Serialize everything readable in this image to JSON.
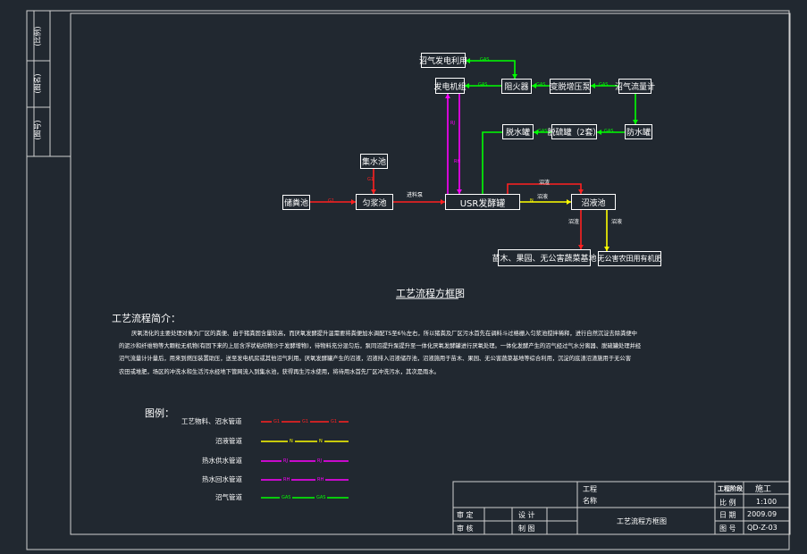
{
  "left_strip": {
    "items": [
      "(比例)",
      "(图名)",
      "(图号)"
    ]
  },
  "nodes": {
    "biogas_use": "沼气发电利用",
    "generator": "发电机组",
    "flame_arrester": "阻火器",
    "desulfurizer": "变脱增压泵",
    "biogas_meter": "沼气流量计",
    "dewater_tank": "脱水罐",
    "desulf_tank": "脱硫罐（2套）",
    "water_seal": "防水罐",
    "collect_pool": "集水池",
    "source_pool": "储粪池",
    "mixing_pool": "匀浆池",
    "usr": "USR发酵罐",
    "biogas_pool": "沼液池",
    "dest_fields": "苗木、果园、无公害蔬菜基地",
    "dest_fert": "无公害农田用有机肥"
  },
  "pipe_labels": {
    "gas": "GAS",
    "g1": "G1",
    "n": "N",
    "rj": "RJ",
    "rh": "RH",
    "feed": "进料泵",
    "slurry_up": "沼渣",
    "slurry_right": "沼液",
    "slurry_down": "沼液",
    "residue_down": "沼渣"
  },
  "flow_title": "工艺流程方框图",
  "intro": {
    "heading": "工艺流程简介：",
    "lines": [
      "厌氧消化的主要处理对象为厂区的粪便、由于猪粪固含量较高，而厌氧发酵提升温需要将粪便加水调配TS至6％左右，所以猪粪及厂区污水首先在调料斗过格栅入匀浆池搅拌稀释，进行自然沉淀去除粪便中",
      "的泥沙和纤维物等大颗粒无机物(有固下来的上层含浮状粘结物沙于发酵增物)，待物料充分混匀后，泵同沼提升泵提升至一体化厌氧发酵罐进行厌氧处理。一体化发酵产生的沼气经过气水分离器、脱硫罐处理并经",
      "沼气流量计计量后，用来到燃压装置助压，送至发电机房或其他沼气利用。厌氧发酵罐产生的沼液，沼液排入沼液储存池，沼液施用于苗木、果园、无公害蔬菜基地等综合利用，沉淀的底渣沼渣施用于无公害",
      "农田或堆肥，场区的冲洗水和生活污水经地下管网流入到集水池，获得再生污水使用，将待用水首先厂区冲洗污水，其次是雨水。"
    ]
  },
  "legend": {
    "title": "图例：",
    "items": [
      {
        "label": "工艺物料、沼水管道",
        "code": "G1",
        "color": "#ff2020"
      },
      {
        "label": "沼液管道",
        "code": "N",
        "color": "#ffff00"
      },
      {
        "label": "热水供水管道",
        "code": "RJ",
        "color": "#ff00ff"
      },
      {
        "label": "热水回水管道",
        "code": "RH",
        "color": "#ff00ff"
      },
      {
        "label": "沼气管道",
        "code": "GAS",
        "color": "#00ff00"
      }
    ]
  },
  "title_block": {
    "project_label": "工程",
    "name_label": "名称",
    "drawing_name": "工艺流程方框图",
    "reviewed": "审  定",
    "checked": "审  核",
    "designed": "设  计",
    "drawn": "制  图",
    "stage_label": "工程阶段",
    "stage_value": "施工",
    "scale_label": "比  例",
    "scale_value": "1:100",
    "date_label": "日  期",
    "date_value": "2009.09",
    "number_label": "图  号",
    "number_value": "QD-Z-03"
  },
  "colors": {
    "background": "#212830",
    "red": "#ff2020",
    "yellow": "#ffff00",
    "magenta": "#ff00ff",
    "green": "#00ff00",
    "line": "#ffffff"
  }
}
